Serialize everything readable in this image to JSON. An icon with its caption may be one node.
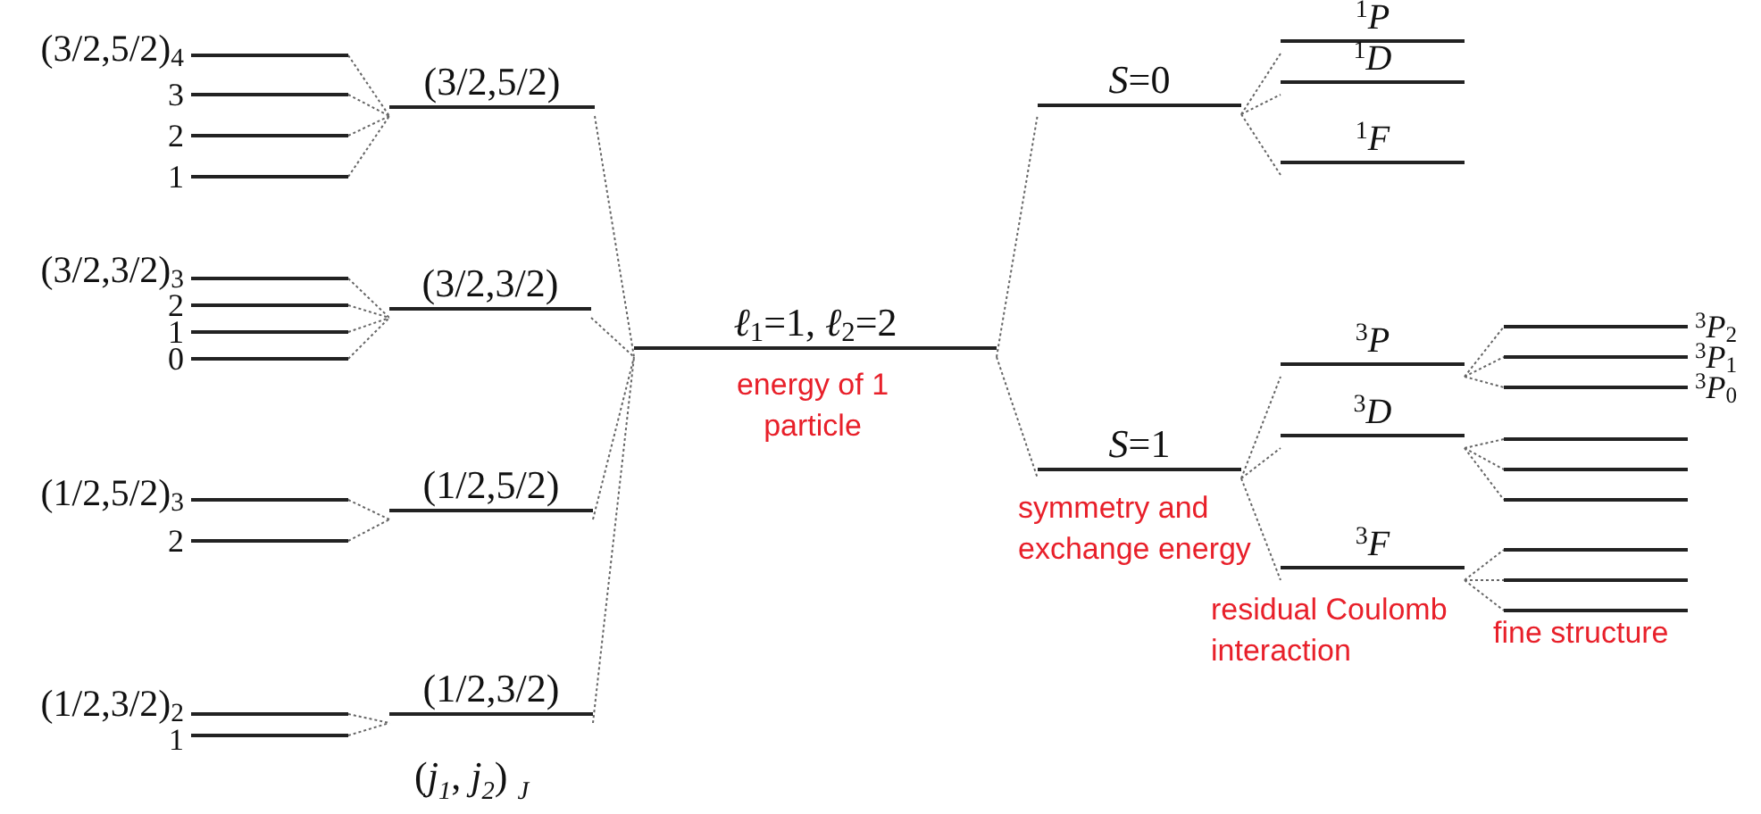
{
  "diagram": {
    "nodes": [
      {
        "text": [
          "(3/2,5/2)$_{4}$"
        ]
      },
      {
        "text": [
          "3"
        ]
      },
      {
        "text": [
          "2"
        ]
      },
      {
        "text": [
          "1"
        ]
      },
      {
        "text": [
          "(3/2,3/2)$_{3}$"
        ]
      },
      {
        "text": [
          "2"
        ]
      },
      {
        "text": [
          "1"
        ]
      },
      {
        "text": [
          "0"
        ]
      },
      {
        "text": [
          "(1/2,5/2)$_{3}$"
        ]
      },
      {
        "text": [
          "2"
        ]
      },
      {
        "text": [
          "(1/2,3/2)$_{2}$"
        ]
      },
      {
        "text": [
          "1"
        ]
      },
      {
        "text": [
          "(3/2,5/2)"
        ]
      },
      {
        "text": [
          "(3/2,3/2)"
        ]
      },
      {
        "text": [
          "(1/2,5/2)"
        ]
      },
      {
        "text": [
          "(1/2,3/2)"
        ]
      },
      {
        "text": [
          "*ℓ*$_{1}$=1, *ℓ*$_{2}$=2"
        ]
      },
      {
        "text": [
          "*S*=0"
        ]
      },
      {
        "text": [
          "*S*=1"
        ]
      },
      {
        "text": [
          "$^{1}$*P*"
        ]
      },
      {
        "text": [
          "$^{1}$*D*"
        ]
      },
      {
        "text": [
          "$^{1}$*F*"
        ]
      },
      {
        "text": [
          "$^{3}$*P*"
        ]
      },
      {
        "text": [
          "$^{3}$*D*"
        ]
      },
      {
        "text": [
          "$^{3}$*F*"
        ]
      },
      {
        "text": [
          "$^{3}$*P*$_{2}$"
        ]
      },
      {
        "text": [
          "$^{3}$*P*$_{1}$"
        ]
      },
      {
        "text": [
          "$^{3}$*P*$_{0}$"
        ]
      },
      {
        "text": [],
        "shape": "bar"
      },
      {
        "text": [],
        "shape": "bar"
      },
      {
        "text": [],
        "shape": "bar"
      },
      {
        "text": [],
        "shape": "bar"
      },
      {
        "text": [],
        "shape": "bar"
      },
      {
        "text": [],
        "shape": "bar"
      }
    ],
    "edges": [
      {
        "from": 0,
        "to": 12,
        "arrow": "none"
      },
      {
        "from": 1,
        "to": 12,
        "arrow": "none"
      },
      {
        "from": 2,
        "to": 12,
        "arrow": "none"
      },
      {
        "from": 3,
        "to": 12,
        "arrow": "none"
      },
      {
        "from": 4,
        "to": 13,
        "arrow": "none"
      },
      {
        "from": 5,
        "to": 13,
        "arrow": "none"
      },
      {
        "from": 6,
        "to": 13,
        "arrow": "none"
      },
      {
        "from": 7,
        "to": 13,
        "arrow": "none"
      },
      {
        "from": 8,
        "to": 14,
        "arrow": "none"
      },
      {
        "from": 9,
        "to": 14,
        "arrow": "none"
      },
      {
        "from": 10,
        "to": 15,
        "arrow": "none"
      },
      {
        "from": 11,
        "to": 15,
        "arrow": "none"
      },
      {
        "from": 12,
        "to": 16,
        "arrow": "none"
      },
      {
        "from": 13,
        "to": 16,
        "arrow": "none"
      },
      {
        "from": 14,
        "to": 16,
        "arrow": "none"
      },
      {
        "from": 15,
        "to": 16,
        "arrow": "none"
      },
      {
        "from": 16,
        "to": 17,
        "arrow": "none"
      },
      {
        "from": 16,
        "to": 18,
        "arrow": "none"
      },
      {
        "from": 17,
        "to": 19,
        "arrow": "none"
      },
      {
        "from": 17,
        "to": 20,
        "arrow": "none"
      },
      {
        "from": 17,
        "to": 21,
        "arrow": "none"
      },
      {
        "from": 18,
        "to": 22,
        "arrow": "none"
      },
      {
        "from": 18,
        "to": 23,
        "arrow": "none"
      },
      {
        "from": 18,
        "to": 24,
        "arrow": "none"
      },
      {
        "from": 22,
        "to": 25,
        "arrow": "none"
      },
      {
        "from": 22,
        "to": 26,
        "arrow": "none"
      },
      {
        "from": 22,
        "to": 27,
        "arrow": "none"
      },
      {
        "from": 23,
        "to": 28,
        "arrow": "none"
      },
      {
        "from": 23,
        "to": 29,
        "arrow": "none"
      },
      {
        "from": 23,
        "to": 30,
        "arrow": "none"
      },
      {
        "from": 24,
        "to": 31,
        "arrow": "none"
      },
      {
        "from": 24,
        "to": 32,
        "arrow": "none"
      },
      {
        "from": 24,
        "to": 33,
        "arrow": "none"
      }
    ],
    "labels": [
      "energy of 1 particle",
      "symmetry and exchange energy",
      "residual Coulomb interaction",
      "fine structure",
      "(*j*$_{1}$, *j*$_{2}$) $_{J}$"
    ]
  }
}
